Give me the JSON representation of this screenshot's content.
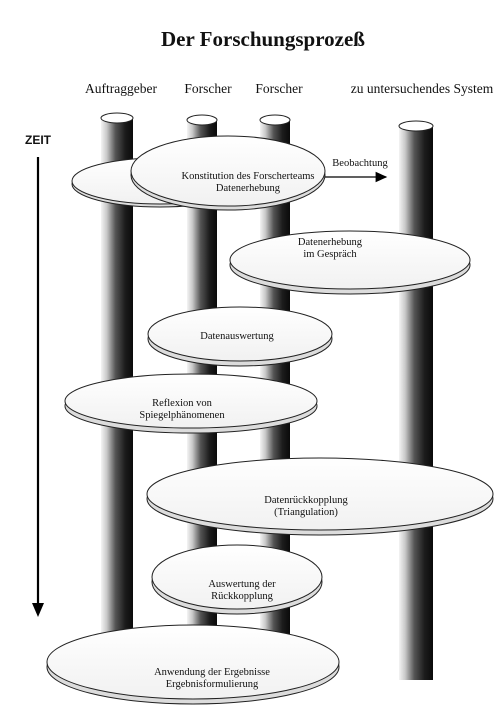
{
  "title": "Der Forschungsprozeß",
  "columns": {
    "auftraggeber": "Auftraggeber",
    "forscher_1": "Forscher",
    "forscher_2": "Forscher",
    "system": "zu untersuchendes System"
  },
  "time_axis": "ZEIT",
  "observation": "Beobachtung",
  "stages": {
    "konstitution": [
      "Konstitution des Forscherteams",
      "Datenerhebung"
    ],
    "gespraech": [
      "Datenerhebung",
      "im Gespräch"
    ],
    "auswertung": [
      "Datenauswertung"
    ],
    "reflexion": [
      "Reflexion von",
      "Spiegelphänomenen"
    ],
    "rueckkopplung": [
      "Datenrückkopplung",
      "(Triangulation)"
    ],
    "auswertung_rk": [
      "Auswertung der",
      "Rückkopplung"
    ],
    "anwendung": [
      "Anwendung der Ergebnisse",
      "Ergebnisformulierung"
    ]
  }
}
